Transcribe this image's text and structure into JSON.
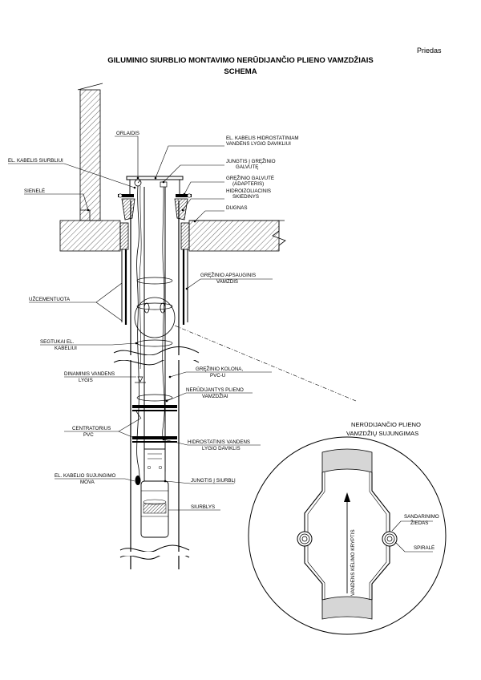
{
  "header": {
    "annex": "Priedas",
    "title_line1": "GILUMINIO SIURBLIO MONTAVIMO NERŪDIJANČIO PLIENO VAMZDŽIAIS",
    "title_line2": "SCHEMA"
  },
  "labels": {
    "orlaidis": "ORLAIDIS",
    "kabelis_hidro_1": "EL. KABELIS HIDROSTATINIAM",
    "kabelis_hidro_2": "VANDENS LYGIO DAVIKLIUI",
    "kabelis_siurbliui": "EL. KABELIS SIURBLIUI",
    "jungtis_galvute_1": "JUNGTIS Į GRĘŽINIO",
    "jungtis_galvute_2": "GALVUTĘ",
    "galvute_1": "GRĘŽINIO GALVUTĖ",
    "galvute_2": "(ADAPTERIS)",
    "sienele": "SIENELĖ",
    "hidroizol_1": "HIDROIZOLIACINIS",
    "hidroizol_2": "SKIEDINYS",
    "dugnas": "DUGNAS",
    "apsauginis_1": "GRĘŽINIO APSAUGINIS",
    "apsauginis_2": "VAMZDIS",
    "uzcementuota": "UŽCEMENTUOTA",
    "segtukai_1": "SEGTUKAI EL.",
    "segtukai_2": "KABELIUI",
    "kolona_1": "GRĘŽINIO KOLONA,",
    "kolona_2": "PVC-U",
    "dinaminis_1": "DINAMINIS VANDENS",
    "dinaminis_2": "LYGIS",
    "nerudijantys_1": "NERŪDIJANTYS PLIENO",
    "nerudijantys_2": "VAMZDŽIAI",
    "centratorius_1": "CENTRATORIUS",
    "centratorius_2": "PVC",
    "davikliis_1": "HIDROSTATINIS VANDENS",
    "davikliis_2": "LYGIO DAVIKLIS",
    "mova_1": "EL. KABELIO SUJUNGIMO",
    "mova_2": "MOVA",
    "jungtis_siurbli": "JUNGTIS Į SIURBLĮ",
    "siurblys": "SIURBLYS",
    "detail_title_1": "NERŪDIJANČIO PLIENO",
    "detail_title_2": "VAMZDŽIŲ SUJUNGIMAS",
    "sandarinimo_1": "SANDARINIMO",
    "sandarinimo_2": "ŽIEDAS",
    "spirale": "SPIRALĖ",
    "kryptis": "VANDENS KĖLIMO KRYPTIS"
  }
}
